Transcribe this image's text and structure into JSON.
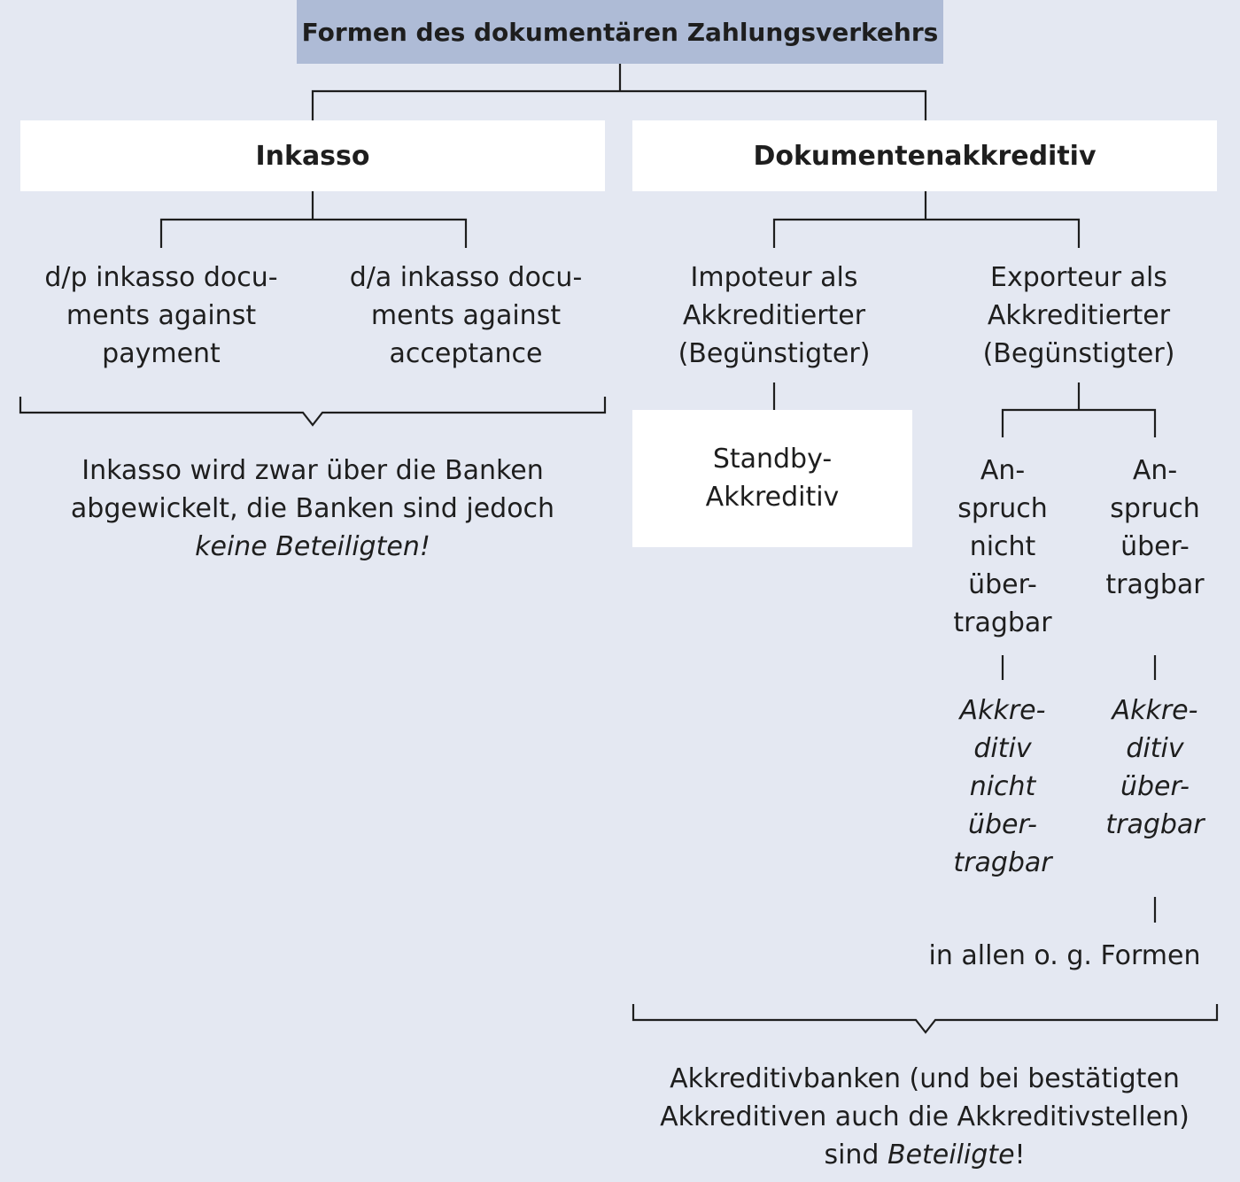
{
  "title": "Formen des dokumentären Zahlungsverkehrs",
  "inkasso": {
    "label": "Inkasso",
    "dp": "d/p inkasso docu-\nments against\npayment",
    "da": "d/a inkasso docu-\nments against\nacceptance",
    "note_line1": "Inkasso wird zwar über die Banken",
    "note_line2": "abgewickelt, die Banken sind jedoch",
    "note_italic": "keine Beteiligten!"
  },
  "akkreditiv": {
    "label": "Dokumentenakkreditiv",
    "importeur": "Impoteur als\nAkkreditierter\n(Begünstigter)",
    "exporteur": "Exporteur als\nAkkreditierter\n(Begünstigter)",
    "standby": "Standby-\nAkkreditiv",
    "anspruch_nicht": "An-\nspruch\nnicht\nüber-\ntragbar",
    "anspruch_ueber": "An-\nspruch\nüber-\ntragbar",
    "akk_nicht": "Akkre-\nditiv\nnicht\nüber-\ntragbar",
    "akk_ueber": "Akkre-\nditiv\nüber-\ntragbar",
    "alle_formen": "in allen o. g. Formen",
    "note_line1": "Akkreditivbanken (und bei bestätigten",
    "note_line2": "Akkreditiven auch die Akkreditivstellen)",
    "note_prefix": "sind ",
    "note_italic": "Beteiligte",
    "note_suffix": "!"
  }
}
